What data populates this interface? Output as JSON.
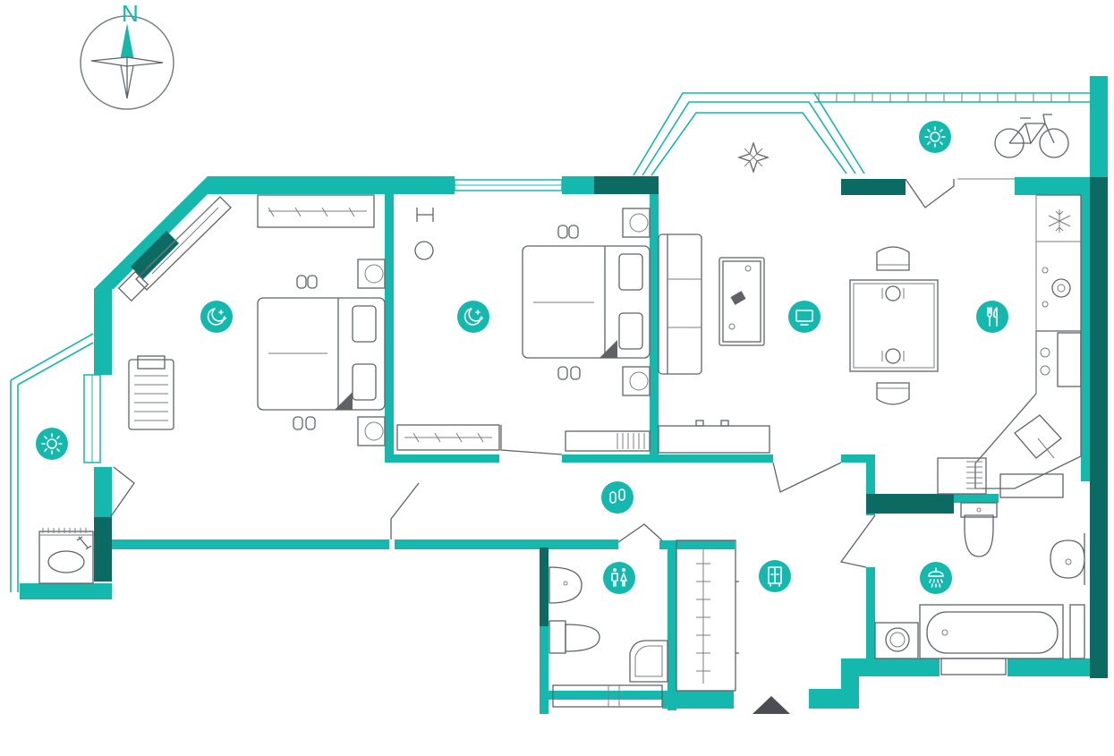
{
  "compass": {
    "label": "N"
  },
  "colors": {
    "wall": "#14b8ac",
    "wall_dark": "#0b6b63",
    "furniture": "#5f6368"
  },
  "rooms": [
    {
      "id": "balcony-west",
      "icon": "sun-icon"
    },
    {
      "id": "bedroom-master",
      "icon": "moon-stars-icon"
    },
    {
      "id": "bedroom-second",
      "icon": "moon-stars-icon"
    },
    {
      "id": "living-room",
      "icon": "tv-icon"
    },
    {
      "id": "kitchen",
      "icon": "fork-knife-icon"
    },
    {
      "id": "balcony-north",
      "icon": "sun-icon"
    },
    {
      "id": "hallway",
      "icon": "slippers-icon"
    },
    {
      "id": "wardrobe",
      "icon": "wardrobe-icon"
    },
    {
      "id": "toilet",
      "icon": "wc-icon"
    },
    {
      "id": "bathroom",
      "icon": "shower-icon"
    }
  ]
}
